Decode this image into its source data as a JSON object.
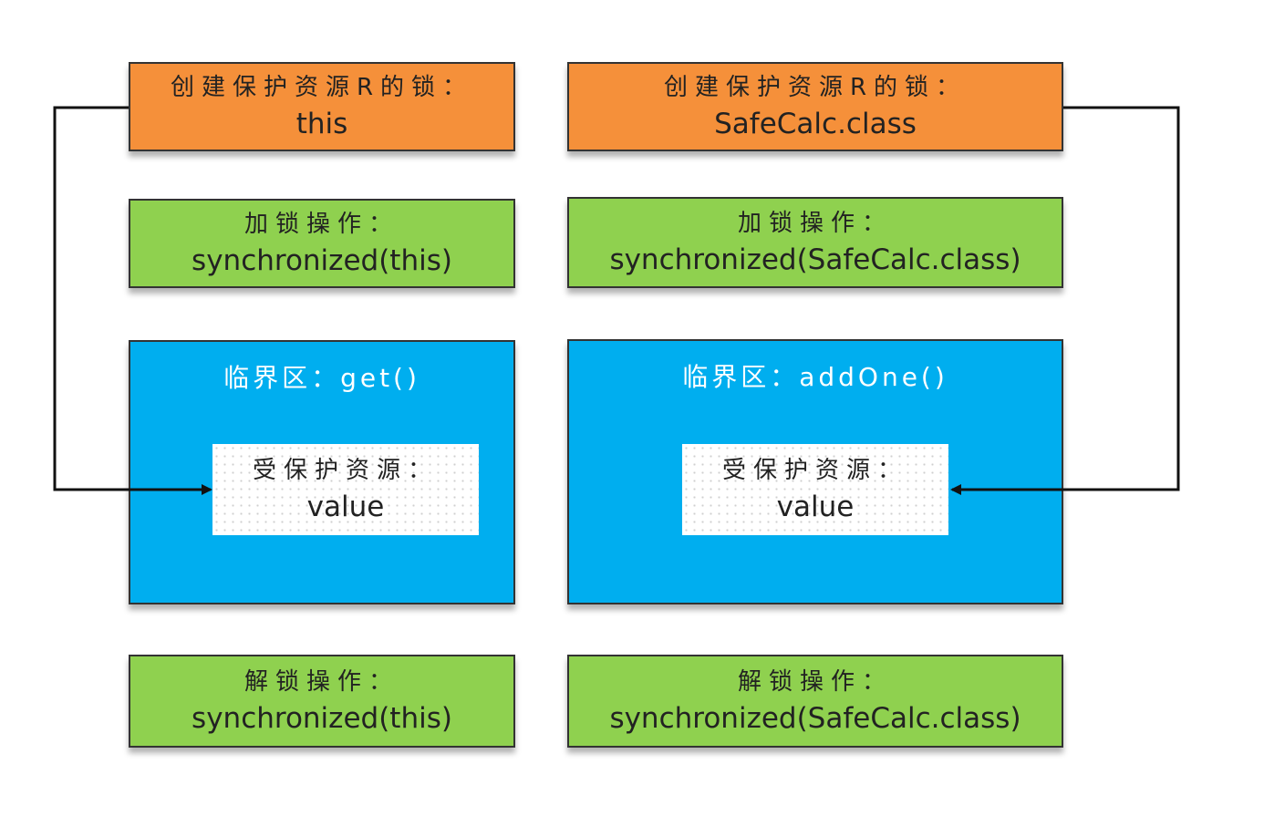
{
  "left": {
    "create_lock": {
      "label": "创建保护资源R的锁：",
      "value": "this"
    },
    "acquire": {
      "label": "加锁操作：",
      "value": "synchronized(this)"
    },
    "critical": {
      "title": "临界区：get()",
      "resource": {
        "label": "受保护资源：",
        "value": "value"
      }
    },
    "release": {
      "label": "解锁操作：",
      "value": "synchronized(this)"
    }
  },
  "right": {
    "create_lock": {
      "label": "创建保护资源R的锁：",
      "value": "SafeCalc.class"
    },
    "acquire": {
      "label": "加锁操作：",
      "value": "synchronized(SafeCalc.class)"
    },
    "critical": {
      "title": "临界区：addOne()",
      "resource": {
        "label": "受保护资源：",
        "value": "value"
      }
    },
    "release": {
      "label": "解锁操作：",
      "value": "synchronized(SafeCalc.class)"
    }
  },
  "colors": {
    "lock_box": "#f5903a",
    "operation_box": "#8fd14f",
    "critical_section": "#00aeef",
    "resource_box": "#ffffff",
    "connector": "#111111"
  }
}
